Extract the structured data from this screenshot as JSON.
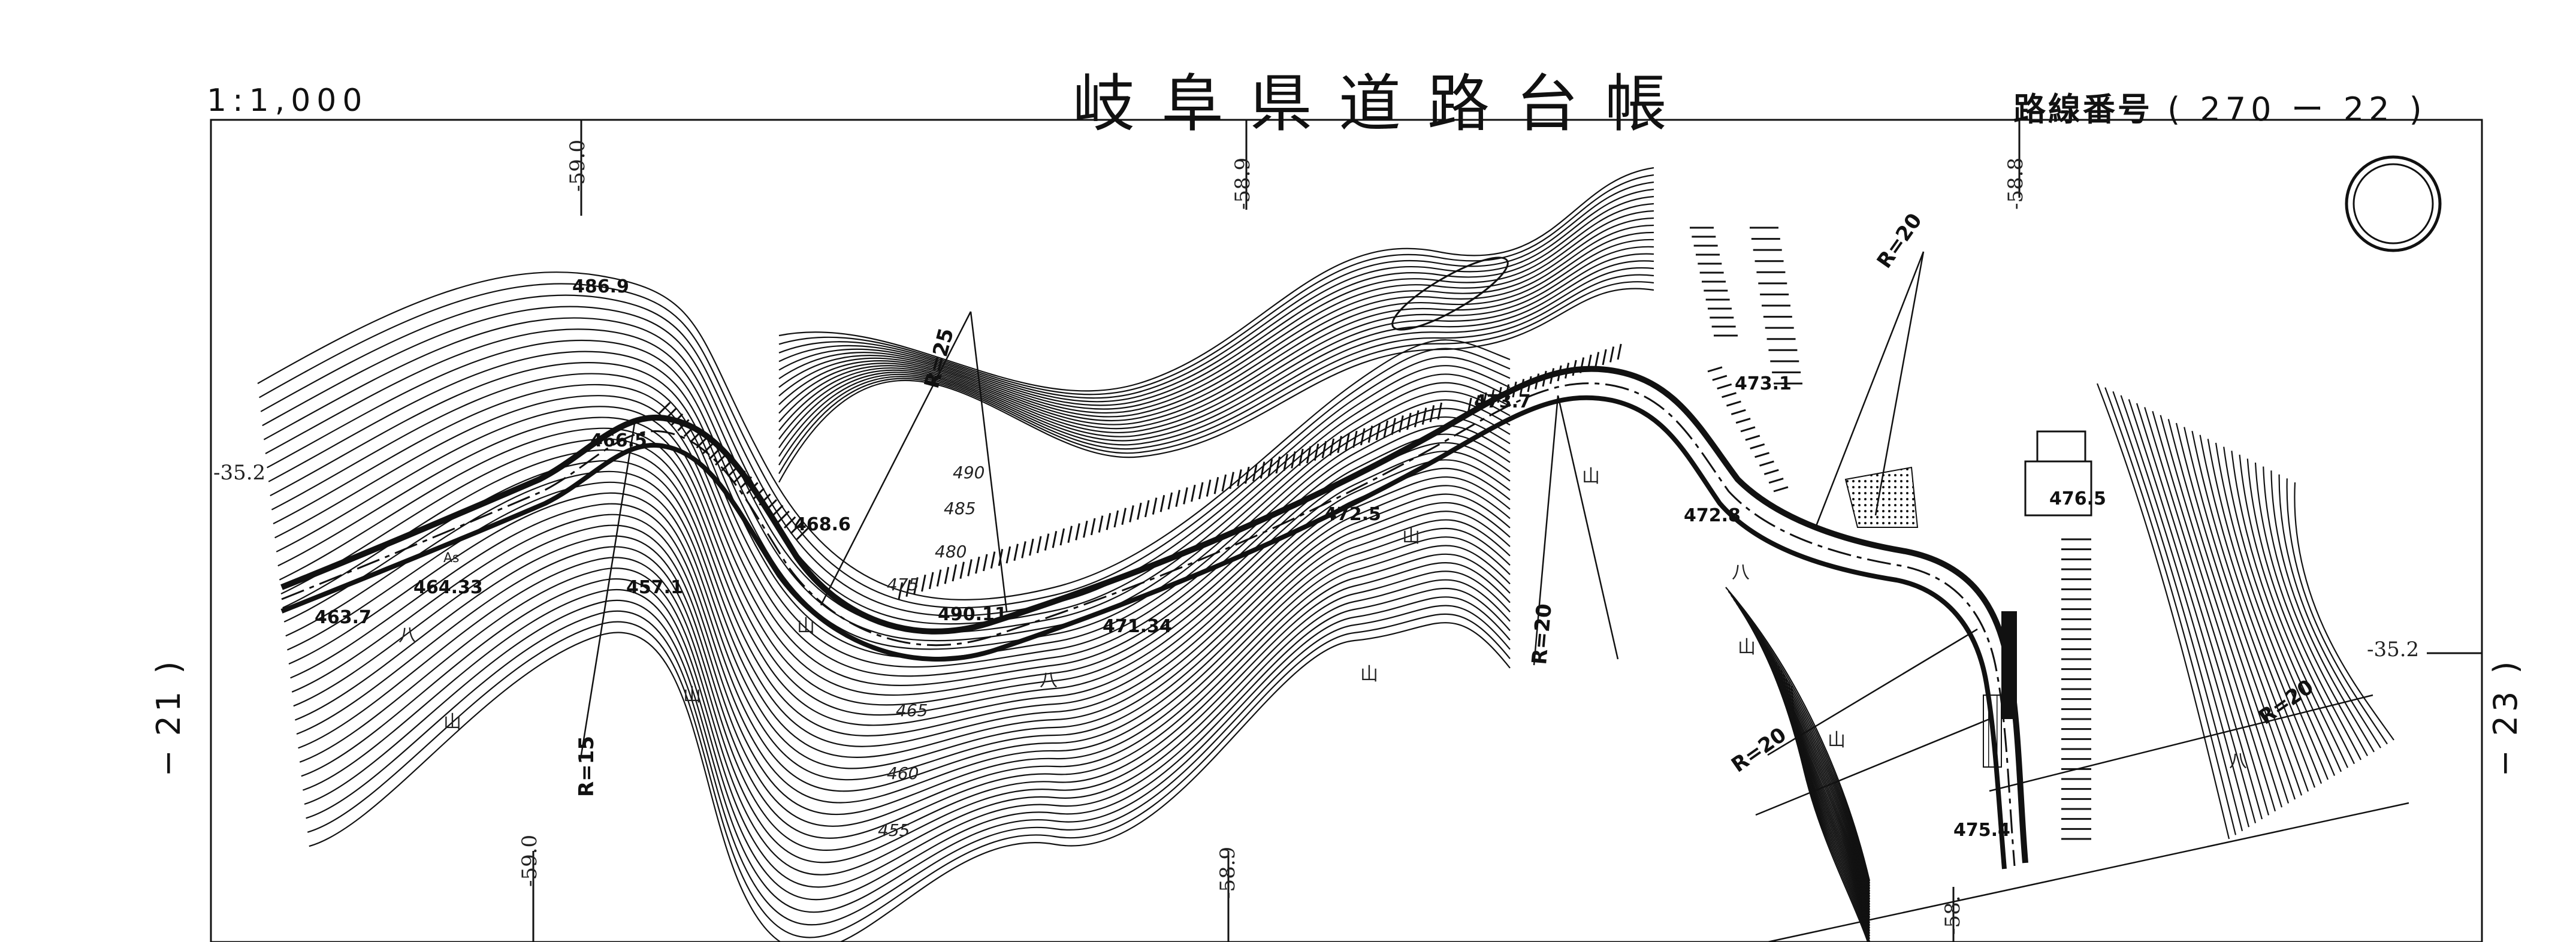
{
  "header": {
    "scale": "1:1,000",
    "title": "岐阜県道路台帳",
    "route_label": "路線番号",
    "route_number": "( 270 ー 22 )"
  },
  "side_labels": {
    "left": "─ 21 )",
    "right": "─ 23 )"
  },
  "grid_labels": {
    "top": [
      "-59.0",
      "-58.9",
      "-58.8"
    ],
    "bottom": [
      "-59.0",
      "-58.9",
      "-58."
    ],
    "left": "-35.2",
    "right": "-35.2"
  },
  "elevations": {
    "e1": "486.9",
    "e2": "466.5",
    "e3": "464.33",
    "e4": "463.7",
    "e5": "457.1",
    "e6": "468.6",
    "e7": "490.11",
    "e8": "471.34",
    "e9": "472.5",
    "e10": "473.7",
    "e11": "473.1",
    "e12": "476.5",
    "e13": "472.8",
    "e14": "475.4"
  },
  "contour_labels": {
    "c490": "490",
    "c485": "485",
    "c480": "480",
    "c475": "475",
    "c465": "465",
    "c460": "460",
    "c455": "455"
  },
  "curve_radii": {
    "r1": "R=15",
    "r2": "R=25",
    "r3": "R=20",
    "r4": "R=20",
    "r5": "R=20",
    "r6": "R=20"
  },
  "symbols": {
    "forest": "山",
    "field": "八",
    "road_marker": "As"
  },
  "north_symbol": "circle-double"
}
